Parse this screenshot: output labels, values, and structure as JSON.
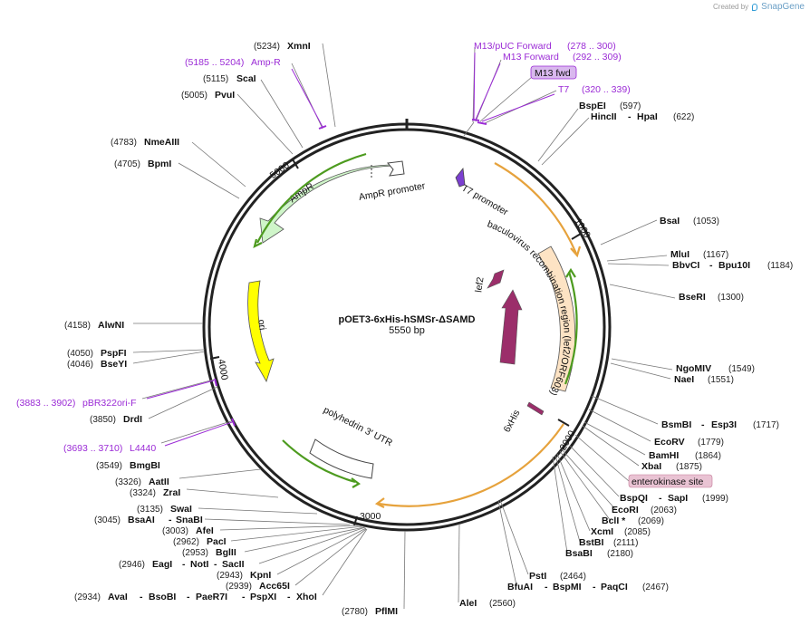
{
  "credit": {
    "created_by": "Created by",
    "brand": "SnapGene"
  },
  "plasmid": {
    "name": "pOET3-6xHis-hSMSr-ΔSAMD",
    "size": "5550 bp"
  },
  "ticks": {
    "t1000": "1000",
    "t2000": "2000",
    "t3000": "3000",
    "t4000": "4000",
    "t5000": "5000"
  },
  "features": {
    "ampr": "AmpR",
    "ampr_promoter": "AmpR promoter",
    "ori": "ori",
    "t7_promoter": "T7 promoter",
    "baculo": "baculovirus recombination region (lef2/ORF603)",
    "lef2": "lef2",
    "orf603": "ORF603",
    "his": "6xHis",
    "polyhedrin": "polyhedrin 3′ UTR",
    "m13fwd": "M13 fwd",
    "enterokinase": "enterokinase site"
  },
  "purple_labels": {
    "m13puc": {
      "name": "M13/pUC Forward",
      "pos": "(278 .. 300)"
    },
    "m13f": {
      "name": "M13 Forward",
      "pos": "(292 .. 309)"
    },
    "t7": {
      "name": "T7",
      "pos": "(320 .. 339)"
    },
    "ampr_site": {
      "name": "Amp-R",
      "pos": "(5185 .. 5204)"
    },
    "pbr": {
      "name": "pBR322ori-F",
      "pos": "(3883 .. 3902)"
    },
    "l4440": {
      "name": "L4440",
      "pos": "(3693 .. 3710)"
    }
  },
  "sites_right": {
    "bspei": {
      "name": "BspEI",
      "pos": "(597)"
    },
    "hincii": {
      "name": "HincII",
      "name2": "HpaI",
      "pos": "(622)"
    },
    "bsai": {
      "name": "BsaI",
      "pos": "(1053)"
    },
    "mlui": {
      "name": "MluI",
      "pos": "(1167)"
    },
    "bbvci": {
      "name": "BbvCI",
      "name2": "Bpu10I",
      "pos": "(1184)"
    },
    "bseri": {
      "name": "BseRI",
      "pos": "(1300)"
    },
    "ngomiv": {
      "name": "NgoMIV",
      "pos": "(1549)"
    },
    "naei": {
      "name": "NaeI",
      "pos": "(1551)"
    },
    "bsmbi": {
      "name": "BsmBI",
      "name2": "Esp3I",
      "pos": "(1717)"
    },
    "ecorv": {
      "name": "EcoRV",
      "pos": "(1779)"
    },
    "bamhi": {
      "name": "BamHI",
      "pos": "(1864)"
    },
    "xbai": {
      "name": "XbaI",
      "pos": "(1875)"
    },
    "bspqi": {
      "name": "BspQI",
      "name2": "SapI",
      "pos": "(1999)"
    },
    "ecori": {
      "name": "EcoRI",
      "pos": "(2063)"
    },
    "bcli": {
      "name": "BclI *",
      "pos": "(2069)"
    },
    "xcmi": {
      "name": "XcmI",
      "pos": "(2085)"
    },
    "bstbi": {
      "name": "BstBI",
      "pos": "(2111)"
    },
    "bsabi": {
      "name": "BsaBI",
      "pos": "(2180)"
    },
    "psti": {
      "name": "PstI",
      "pos": "(2464)"
    },
    "bfuai": {
      "name": "BfuAI",
      "name2": "BspMI",
      "name3": "PaqCI",
      "pos": "(2467)"
    },
    "alei": {
      "name": "AleI",
      "pos": "(2560)"
    },
    "pflmi": {
      "name": "PflMI",
      "pos": "(2780)"
    }
  },
  "sites_left": {
    "xmni": {
      "name": "XmnI",
      "pos": "(5234)"
    },
    "scai": {
      "name": "ScaI",
      "pos": "(5115)"
    },
    "pvui": {
      "name": "PvuI",
      "pos": "(5005)"
    },
    "nmeaiii": {
      "name": "NmeAIII",
      "pos": "(4783)"
    },
    "bpmi": {
      "name": "BpmI",
      "pos": "(4705)"
    },
    "alwni": {
      "name": "AlwNI",
      "pos": "(4158)"
    },
    "pspfi": {
      "name": "PspFI",
      "pos": "(4050)"
    },
    "bseyi": {
      "name": "BseYI",
      "pos": "(4046)"
    },
    "drdi": {
      "name": "DrdI",
      "pos": "(3850)"
    },
    "bmgbi": {
      "name": "BmgBI",
      "pos": "(3549)"
    },
    "aatii": {
      "name": "AatII",
      "pos": "(3326)"
    },
    "zrai": {
      "name": "ZraI",
      "pos": "(3324)"
    },
    "swai": {
      "name": "SwaI",
      "pos": "(3135)"
    },
    "bsaai": {
      "name": "BsaAI",
      "name2": "SnaBI",
      "pos": "(3045)"
    },
    "afei": {
      "name": "AfeI",
      "pos": "(3003)"
    },
    "paci": {
      "name": "PacI",
      "pos": "(2962)"
    },
    "bglii": {
      "name": "BglII",
      "pos": "(2953)"
    },
    "eagi": {
      "name": "EagI",
      "name2": "NotI",
      "name3": "SacII",
      "pos": "(2946)"
    },
    "kpni": {
      "name": "KpnI",
      "pos": "(2943)"
    },
    "acc65i": {
      "name": "Acc65I",
      "pos": "(2939)"
    },
    "avai": {
      "name": "AvaI",
      "name2": "BsoBI",
      "name3": "PaeR7I",
      "name4": "PspXI",
      "name5": "XhoI",
      "pos": "(2934)"
    }
  },
  "colors": {
    "ring": "#222222",
    "ampr_fill": "#ccf5c8",
    "ori_fill": "#ffff00",
    "baculo_fill": "#fde3c4",
    "lef2_fill": "#9b2e6a",
    "orf_fill": "#9b2e6a",
    "green_arrow": "#4d9b1f",
    "orange_arrow": "#e6a23c",
    "purple_text": "#9b2bd6",
    "m13_box": "#d9b8ee",
    "enterokinase_box": "#e9c3d3"
  }
}
